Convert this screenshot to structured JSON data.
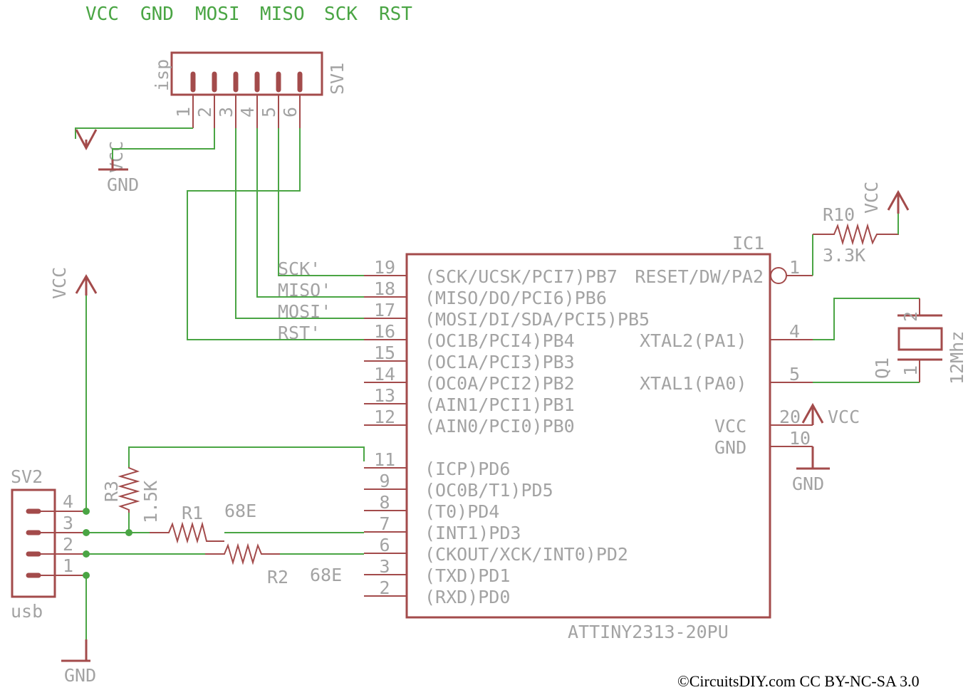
{
  "header_signals": [
    "VCC",
    "GND",
    "MOSI",
    "MISO",
    "SCK",
    "RST"
  ],
  "isp": {
    "name": "SV1",
    "value": "isp",
    "pins": [
      "1",
      "2",
      "3",
      "4",
      "5",
      "6"
    ]
  },
  "usb": {
    "name": "SV2",
    "value": "usb",
    "pins": [
      "4",
      "3",
      "2",
      "1"
    ]
  },
  "power": {
    "vcc": "VCC",
    "gnd": "GND"
  },
  "ic": {
    "name": "IC1",
    "value": "ATTINY2313-20PU",
    "left_pins": [
      {
        "num": "19",
        "label": "(SCK/UCSK/PCI7)PB7",
        "net": "SCK'"
      },
      {
        "num": "18",
        "label": "(MISO/DO/PCI6)PB6",
        "net": "MISO'"
      },
      {
        "num": "17",
        "label": "(MOSI/DI/SDA/PCI5)PB5",
        "net": "MOSI'"
      },
      {
        "num": "16",
        "label": "(OC1B/PCI4)PB4",
        "net": "RST'"
      },
      {
        "num": "15",
        "label": "(OC1A/PCI3)PB3"
      },
      {
        "num": "14",
        "label": "(OC0A/PCI2)PB2"
      },
      {
        "num": "13",
        "label": "(AIN1/PCI1)PB1"
      },
      {
        "num": "12",
        "label": "(AIN0/PCI0)PB0"
      },
      {
        "num": "11",
        "label": "(ICP)PD6"
      },
      {
        "num": "9",
        "label": "(OC0B/T1)PD5"
      },
      {
        "num": "8",
        "label": "(T0)PD4"
      },
      {
        "num": "7",
        "label": "(INT1)PD3"
      },
      {
        "num": "6",
        "label": "(CKOUT/XCK/INT0)PD2"
      },
      {
        "num": "3",
        "label": "(TXD)PD1"
      },
      {
        "num": "2",
        "label": "(RXD)PD0"
      }
    ],
    "right_pins": [
      {
        "num": "1",
        "label": "RESET/DW/PA2"
      },
      {
        "num": "4",
        "label": "XTAL2(PA1)"
      },
      {
        "num": "5",
        "label": "XTAL1(PA0)"
      },
      {
        "num": "20",
        "label": "VCC"
      },
      {
        "num": "10",
        "label": "GND"
      }
    ]
  },
  "r10": {
    "name": "R10",
    "value": "3.3K"
  },
  "r1": {
    "name": "R1",
    "value": "68E"
  },
  "r2": {
    "name": "R2",
    "value": "68E"
  },
  "r3": {
    "name": "R3",
    "value": "1.5K"
  },
  "q1": {
    "name": "Q1",
    "value": "12Mhz",
    "pins": [
      "1",
      "2"
    ]
  },
  "copyright": "©CircuitsDIY.com CC BY-NC-SA 3.0",
  "colors": {
    "wire": "#4aa544",
    "part": "#a34b4b",
    "text": "#a3a3a3"
  }
}
